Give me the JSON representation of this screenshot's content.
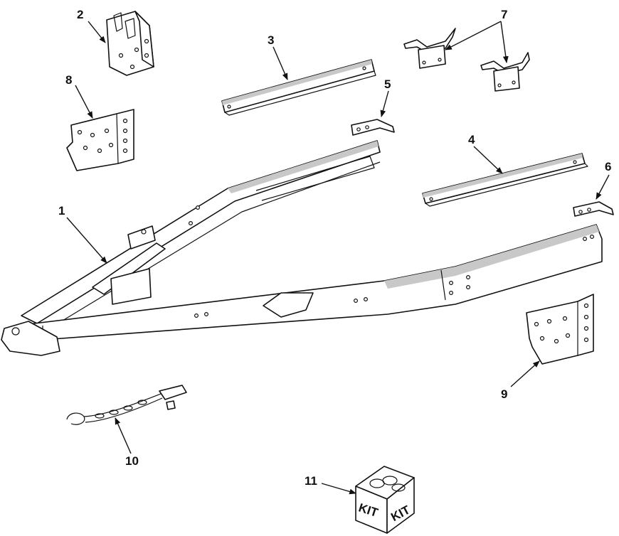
{
  "callouts": [
    {
      "id": "1",
      "label": "1"
    },
    {
      "id": "2",
      "label": "2"
    },
    {
      "id": "3",
      "label": "3"
    },
    {
      "id": "4",
      "label": "4"
    },
    {
      "id": "5",
      "label": "5"
    },
    {
      "id": "6",
      "label": "6"
    },
    {
      "id": "7",
      "label": "7"
    },
    {
      "id": "8",
      "label": "8"
    },
    {
      "id": "9",
      "label": "9"
    },
    {
      "id": "10",
      "label": "10"
    },
    {
      "id": "11",
      "label": "11"
    }
  ],
  "kit": {
    "face_left": "KIT",
    "face_right": "KIT"
  },
  "colors": {
    "line": "#111111",
    "shade": "#c8c8c8",
    "background": "#ffffff"
  }
}
